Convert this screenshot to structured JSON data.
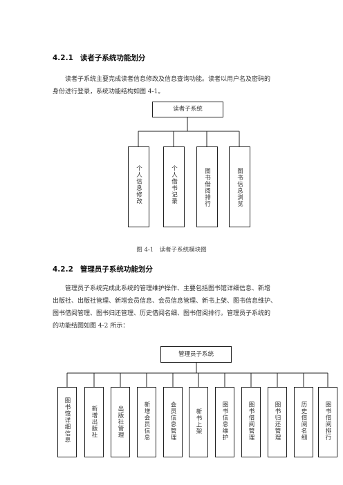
{
  "section1": {
    "number": "4.2.1",
    "title": "读者子系统功能划分",
    "paragraph": [
      "读者子系统主要完成读者信息修改及信息查询功能。读者以用户名及密码的",
      "身份进行登录，系统功能结构如图 4-1。"
    ]
  },
  "diagram1": {
    "root": "读者子系统",
    "children": [
      "个人信息修改",
      "个人借书记录",
      "图书借阅排行",
      "图书信息浏览"
    ],
    "caption": "图 4-1　读者子系统模块图"
  },
  "section2": {
    "number": "4.2.2",
    "title": "管理员子系统功能划分",
    "paragraph": [
      "管理员子系统完成此系统的管理维护操作、主要包括图书馆详细信息、新增",
      "出版社、出版社管理、新增会员信息、会员信息管理、新书上架、图书信息维护、",
      "图书借阅管理、图书归还管理、历史借阅名细、图书借阅排行。管理员子系统的",
      "的功能结图如图 4-2 所示："
    ]
  },
  "diagram2": {
    "root": "管理员子系统",
    "children": [
      "图书馆详细信息",
      "新增出版社",
      "出版社管理",
      "新增会员信息",
      "会员信息管理",
      "新书上架",
      "图书信息维护",
      "图书借阅管理",
      "图书归还管理",
      "历史借阅名细",
      "图书借阅排行"
    ]
  }
}
